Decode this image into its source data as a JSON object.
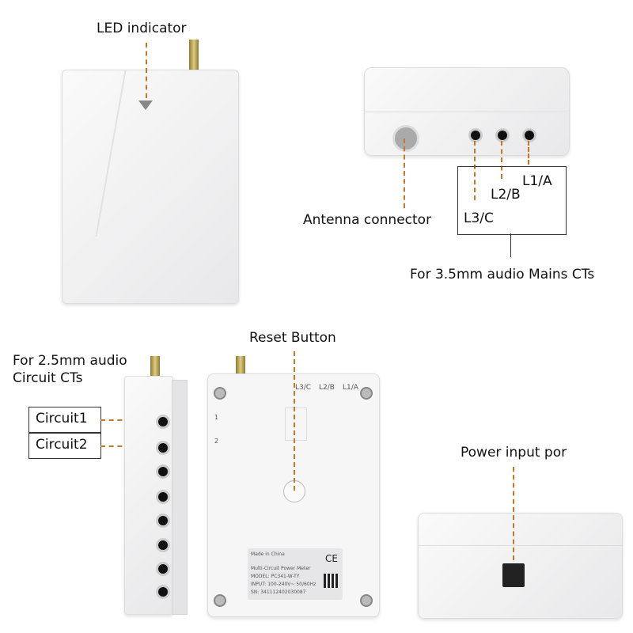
{
  "labels": {
    "led_indicator": "LED indicator",
    "antenna_connector": "Antenna connector",
    "l1": "L1/A",
    "l2": "L2/B",
    "l3": "L3/C",
    "mains_cts": "For 3.5mm audio Mains CTs",
    "circuit_cts_line1": "For 2.5mm audio",
    "circuit_cts_line2": "Circuit CTs",
    "circuit1": "Circuit1",
    "circuit2": "Circuit2",
    "reset_button": "Reset Button",
    "power_input": "Power input por"
  },
  "back_panel": {
    "port_labels": [
      "L3/C",
      "L2/B",
      "L1/A"
    ],
    "side_numbers": [
      "1",
      "2"
    ],
    "nameplate": {
      "origin": "Made in China",
      "product": "Multi-Circuit Power Meter",
      "model": "MODEL: PC341-W-TY",
      "input": "INPUT: 100-240V~ 50/60Hz",
      "sn": "SN: 341112402030087",
      "mark": "CE"
    }
  },
  "colors": {
    "annotation": "#c0782c"
  }
}
